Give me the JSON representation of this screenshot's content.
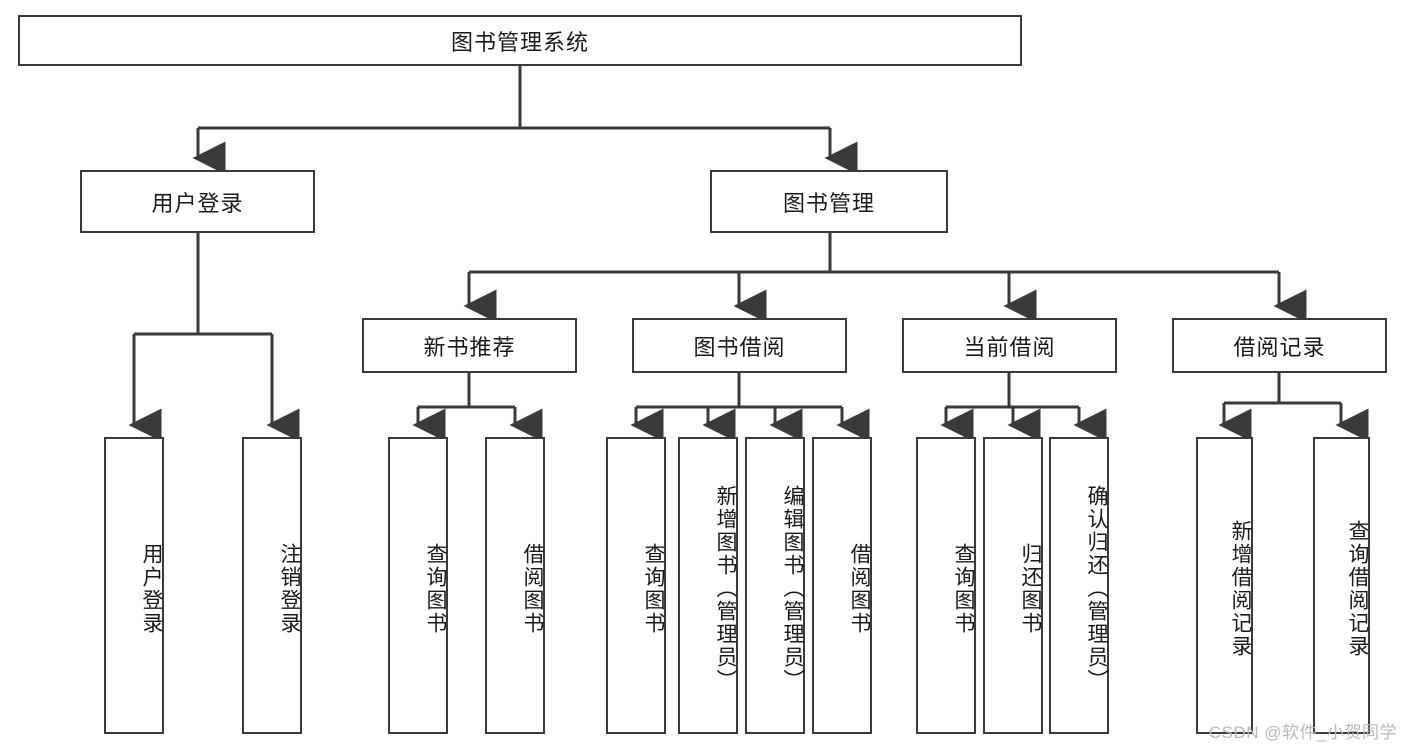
{
  "diagram": {
    "title": "图书管理系统",
    "watermark": "CSDN @软件_小贺同学",
    "colors": {
      "box_border": "#3a3a3a",
      "connector": "#3a3a3a",
      "background": "#ffffff",
      "text": "#1a1a1a",
      "watermark": "#b9b9b9"
    },
    "root": {
      "label": "图书管理系统"
    },
    "level2": [
      {
        "label": "用户登录"
      },
      {
        "label": "图书管理"
      }
    ],
    "level3": [
      {
        "label": "新书推荐"
      },
      {
        "label": "图书借阅"
      },
      {
        "label": "当前借阅"
      },
      {
        "label": "借阅记录"
      }
    ],
    "leaves_user_login": [
      {
        "label": "用户登录"
      },
      {
        "label": "注销登录"
      }
    ],
    "leaves_new_book": [
      {
        "label": "查询图书"
      },
      {
        "label": "借阅图书"
      }
    ],
    "leaves_borrow": [
      {
        "label": "查询图书"
      },
      {
        "label": "新增图书（管理员）"
      },
      {
        "label": "编辑图书（管理员）"
      },
      {
        "label": "借阅图书"
      }
    ],
    "leaves_current": [
      {
        "label": "查询图书"
      },
      {
        "label": "归还图书"
      },
      {
        "label": "确认归还（管理员）"
      }
    ],
    "leaves_records": [
      {
        "label": "新增借阅记录"
      },
      {
        "label": "查询借阅记录"
      }
    ]
  }
}
